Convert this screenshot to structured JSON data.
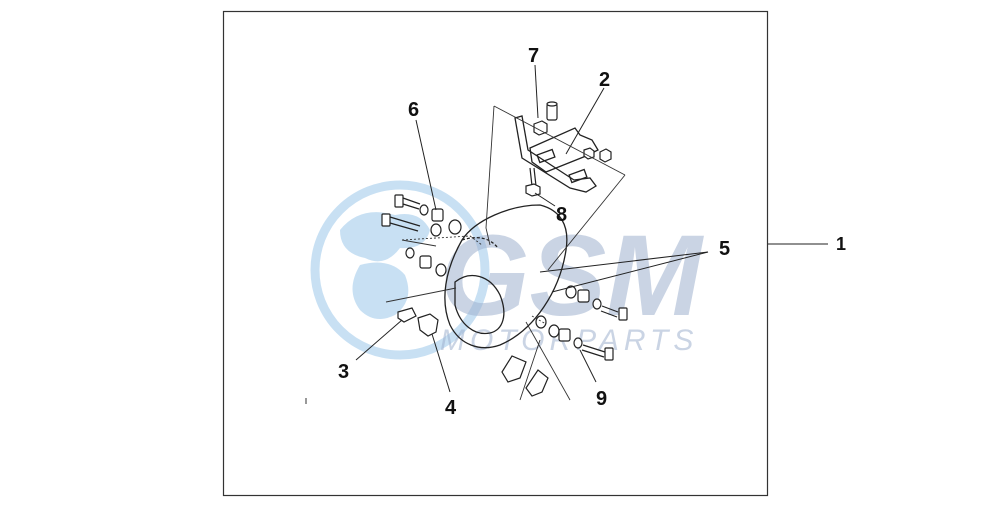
{
  "diagram": {
    "callouts": [
      {
        "id": "1",
        "label": "1"
      },
      {
        "id": "2",
        "label": "2"
      },
      {
        "id": "3",
        "label": "3"
      },
      {
        "id": "4",
        "label": "4"
      },
      {
        "id": "5",
        "label": "5"
      },
      {
        "id": "6",
        "label": "6"
      },
      {
        "id": "7",
        "label": "7"
      },
      {
        "id": "8",
        "label": "8"
      },
      {
        "id": "9",
        "label": "9"
      }
    ]
  },
  "watermark": {
    "logo_text": "GSM",
    "sub_text": "MOTORPARTS",
    "color": "#9fb2cf",
    "globe_color": "#9cc8ea"
  },
  "colors": {
    "line": "#222222",
    "frame": "#333333"
  }
}
